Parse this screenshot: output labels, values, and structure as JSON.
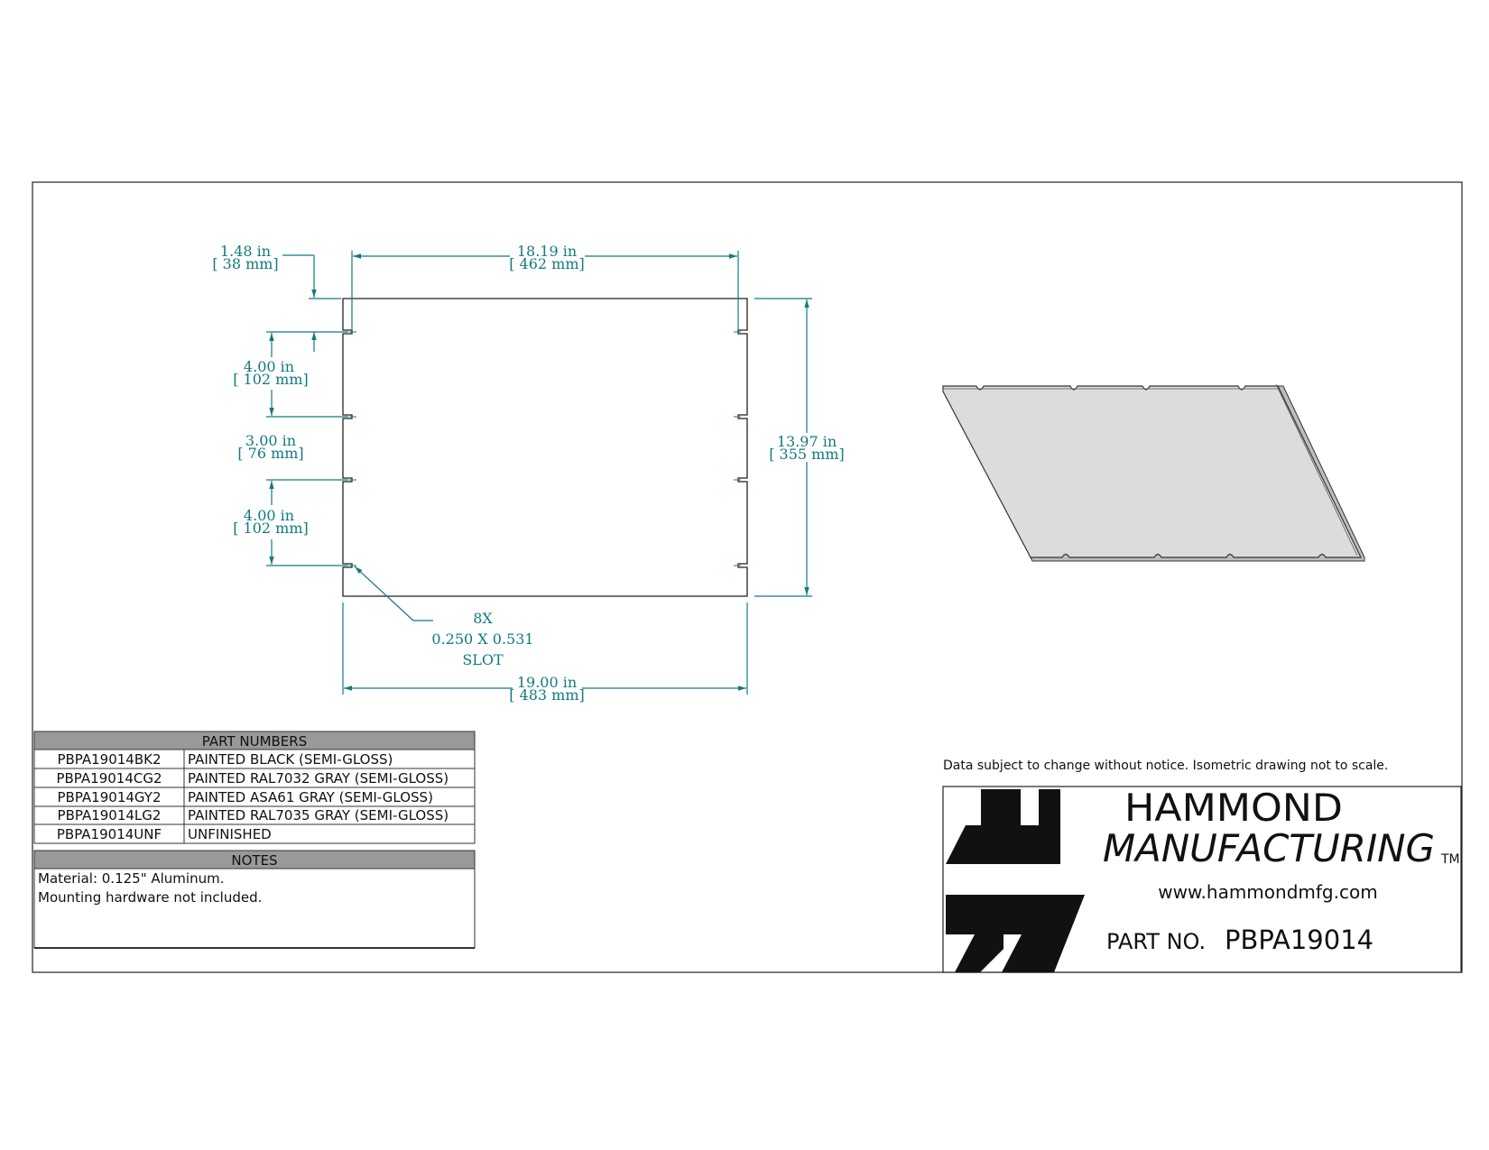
{
  "drawing": {
    "dim_top_offset": {
      "in": "1.48 in",
      "mm": "[ 38 mm]"
    },
    "dim_width_inner": {
      "in": "18.19 in",
      "mm": "[ 462 mm]"
    },
    "dim_spacing_1": {
      "in": "4.00 in",
      "mm": "[ 102 mm]"
    },
    "dim_spacing_2": {
      "in": "3.00 in",
      "mm": "[ 76 mm]"
    },
    "dim_spacing_3": {
      "in": "4.00 in",
      "mm": "[ 102 mm]"
    },
    "dim_height": {
      "in": "13.97 in",
      "mm": "[ 355 mm]"
    },
    "dim_width_overall": {
      "in": "19.00 in",
      "mm": "[ 483 mm]"
    },
    "slot_note": {
      "qty": "8X",
      "size": "0.250 X 0.531",
      "type": "SLOT"
    }
  },
  "part_numbers": {
    "header": "PART NUMBERS",
    "rows": [
      {
        "pn": "PBPA19014BK2",
        "desc": "PAINTED BLACK (SEMI-GLOSS)"
      },
      {
        "pn": "PBPA19014CG2",
        "desc": "PAINTED RAL7032 GRAY (SEMI-GLOSS)"
      },
      {
        "pn": "PBPA19014GY2",
        "desc": "PAINTED ASA61 GRAY (SEMI-GLOSS)"
      },
      {
        "pn": "PBPA19014LG2",
        "desc": "PAINTED RAL7035 GRAY (SEMI-GLOSS)"
      },
      {
        "pn": "PBPA19014UNF",
        "desc": "UNFINISHED"
      }
    ]
  },
  "notes": {
    "header": "NOTES",
    "lines": [
      "Material: 0.125\" Aluminum.",
      "Mounting hardware not included."
    ]
  },
  "disclaimer": "Data subject to change without notice. Isometric drawing not to scale.",
  "title_block": {
    "company_line1": "HAMMOND",
    "company_line2": "MANUFACTURING",
    "tm": "TM",
    "website": "www.hammondmfg.com",
    "part_no_label": "PART NO.",
    "part_no_value": "PBPA19014"
  },
  "colors": {
    "dimension": "#107a80",
    "table_header": "#999999",
    "panel_fill": "#dcdcdc"
  }
}
